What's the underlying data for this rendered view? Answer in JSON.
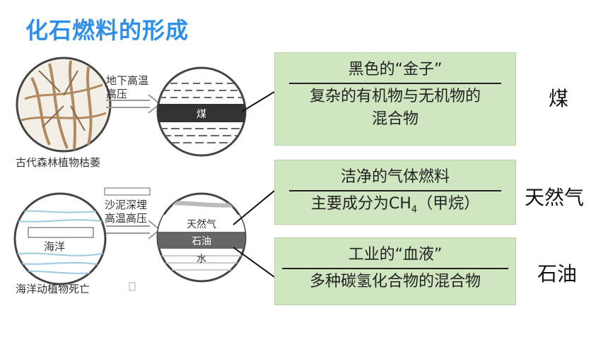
{
  "title": "化石燃料的形成",
  "illustration": {
    "top_arrow_label_1": "地下高温",
    "top_arrow_label_2": "高压",
    "top_caption": "古代森林植物枯萎",
    "coal_band": "煤",
    "bottom_arrow_label_1": "沙泥深埋",
    "bottom_arrow_label_2": "高温高压",
    "sea_label": "海洋",
    "bottom_caption": "海洋动植物死亡",
    "gas_band": "天然气",
    "oil_band": "石油",
    "water_band": "水"
  },
  "boxes": [
    {
      "line1": "黑色的“金子”",
      "line2a": "复杂的有机物与无机物的",
      "line2b": "混合物"
    },
    {
      "line1": "洁净的气体燃料",
      "line2_pre": "主要成分为CH",
      "line2_sub": "4",
      "line2_post": "（甲烷）"
    },
    {
      "line1": "工业的“血液”",
      "line2a": "多种碳氢化合物的混合物"
    }
  ],
  "side_labels": {
    "coal": "煤",
    "gas": "天然气",
    "oil": "石油"
  }
}
